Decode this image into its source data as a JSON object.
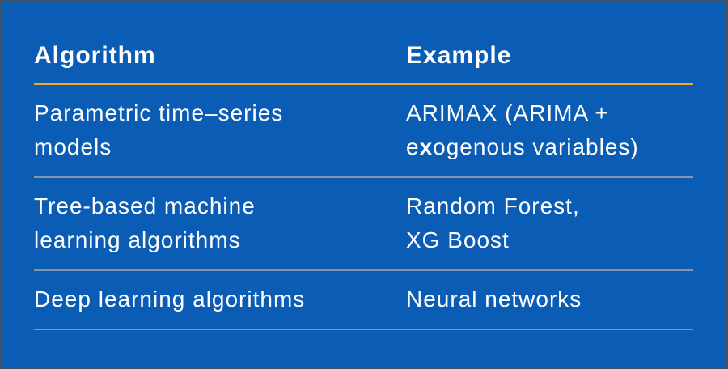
{
  "theme": {
    "background": "#0B5CB5",
    "border": "#46525B",
    "header_rule": "#F2A726",
    "row_rule": "#9AA1A7",
    "text": "#FFFFFF"
  },
  "table": {
    "header": {
      "col1": "Algorithm",
      "col2": "Example"
    },
    "rows": [
      {
        "algorithm": {
          "line1": "Parametric time–series",
          "line2": "models"
        },
        "example": {
          "line1": "ARIMAX (ARIMA +",
          "line2_pre": "e",
          "line2_bold": "x",
          "line2_post": "ogenous variables)"
        }
      },
      {
        "algorithm": {
          "line1": "Tree-based machine",
          "line2": "learning algorithms"
        },
        "example": {
          "line1": "Random Forest,",
          "line2": "XG Boost"
        }
      },
      {
        "algorithm": {
          "line1": "Deep learning algorithms"
        },
        "example": {
          "line1": "Neural networks"
        }
      }
    ]
  },
  "chart_data": {
    "type": "table",
    "columns": [
      "Algorithm",
      "Example"
    ],
    "rows": [
      [
        "Parametric time–series models",
        "ARIMAX (ARIMA + exogenous variables)"
      ],
      [
        "Tree-based machine learning algorithms",
        "Random Forest, XG Boost"
      ],
      [
        "Deep learning algorithms",
        "Neural networks"
      ]
    ]
  }
}
